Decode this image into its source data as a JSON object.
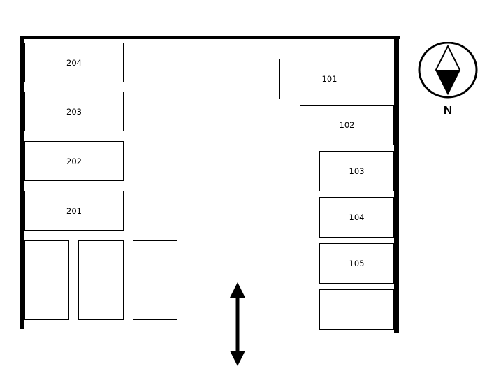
{
  "layout": {
    "walls": [
      "top",
      "left",
      "right"
    ],
    "spaces_left": [
      {
        "id": "204",
        "label": "204"
      },
      {
        "id": "203",
        "label": "203"
      },
      {
        "id": "202",
        "label": "202"
      },
      {
        "id": "201",
        "label": "201"
      }
    ],
    "spaces_bottom": [
      {
        "label": ""
      },
      {
        "label": ""
      },
      {
        "label": ""
      }
    ],
    "spaces_right": [
      {
        "id": "101",
        "label": "101"
      },
      {
        "id": "102",
        "label": "102"
      },
      {
        "id": "103",
        "label": "103"
      },
      {
        "id": "104",
        "label": "104"
      },
      {
        "id": "105",
        "label": "105"
      },
      {
        "label": ""
      }
    ]
  },
  "compass": {
    "label": "N",
    "icon": "compass-icon"
  },
  "entrance": {
    "icon": "double-arrow-icon"
  },
  "colors": {
    "line": "#000000",
    "background": "#ffffff"
  }
}
